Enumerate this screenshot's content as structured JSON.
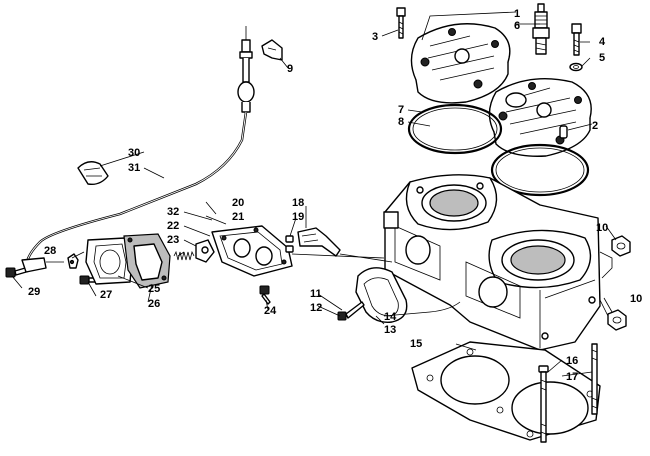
{
  "callouts": {
    "c1": "1",
    "c2": "2",
    "c3": "3",
    "c4": "4",
    "c5": "5",
    "c6": "6",
    "c7": "7",
    "c8": "8",
    "c9": "9",
    "c10a": "10",
    "c10b": "10",
    "c11": "11",
    "c12": "12",
    "c13": "13",
    "c14": "14",
    "c15": "15",
    "c16": "16",
    "c17": "17",
    "c18": "18",
    "c19": "19",
    "c20": "20",
    "c21": "21",
    "c22": "22",
    "c23": "23",
    "c24": "24",
    "c25": "25",
    "c26": "26",
    "c27": "27",
    "c28": "28",
    "c29": "29",
    "c30": "30",
    "c31": "31",
    "c32": "32"
  }
}
